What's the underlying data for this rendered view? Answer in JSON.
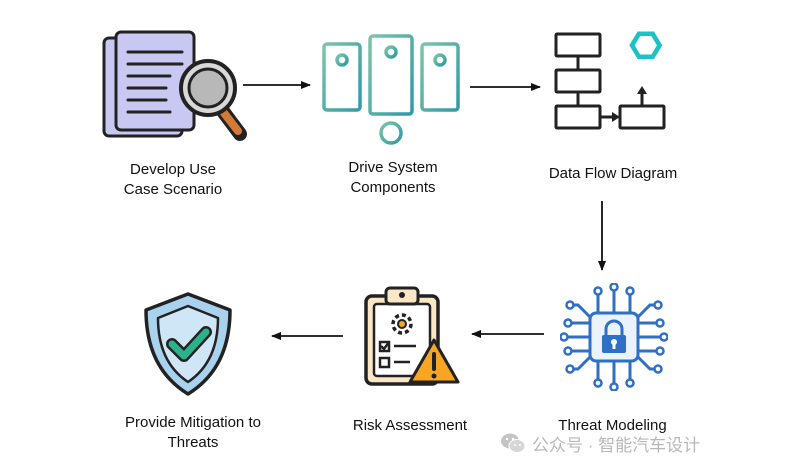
{
  "steps": [
    {
      "id": "use-case",
      "label_lines": [
        "Develop Use",
        "Case Scenario"
      ],
      "icon": "document-magnifier-icon"
    },
    {
      "id": "system-components",
      "label_lines": [
        "Drive System",
        "Components"
      ],
      "icon": "server-components-icon"
    },
    {
      "id": "data-flow",
      "label_lines": [
        "Data Flow Diagram"
      ],
      "icon": "flowchart-icon"
    },
    {
      "id": "threat-modeling",
      "label_lines": [
        "Threat Modeling"
      ],
      "icon": "circuit-lock-icon"
    },
    {
      "id": "risk-assessment",
      "label_lines": [
        "Risk Assessment"
      ],
      "icon": "clipboard-warning-icon"
    },
    {
      "id": "mitigation",
      "label_lines": [
        "Provide Mitigation to",
        "Threats"
      ],
      "icon": "shield-check-icon"
    }
  ],
  "flow": [
    [
      "use-case",
      "system-components"
    ],
    [
      "system-components",
      "data-flow"
    ],
    [
      "data-flow",
      "threat-modeling"
    ],
    [
      "threat-modeling",
      "risk-assessment"
    ],
    [
      "risk-assessment",
      "mitigation"
    ]
  ],
  "colors": {
    "document": "#c9c8f2",
    "teal_start": "#7cc5a8",
    "teal_end": "#2f9aa6",
    "hexagon": "#1ec2c4",
    "chip": "#2f6fc6",
    "clipboard": "#fbe6c8",
    "warning": "#f6a623",
    "shield": "#a9d2ee",
    "check": "#2bb28d"
  },
  "watermark": {
    "text": "公众号 · 智能汽车设计",
    "icon": "wechat-icon"
  }
}
